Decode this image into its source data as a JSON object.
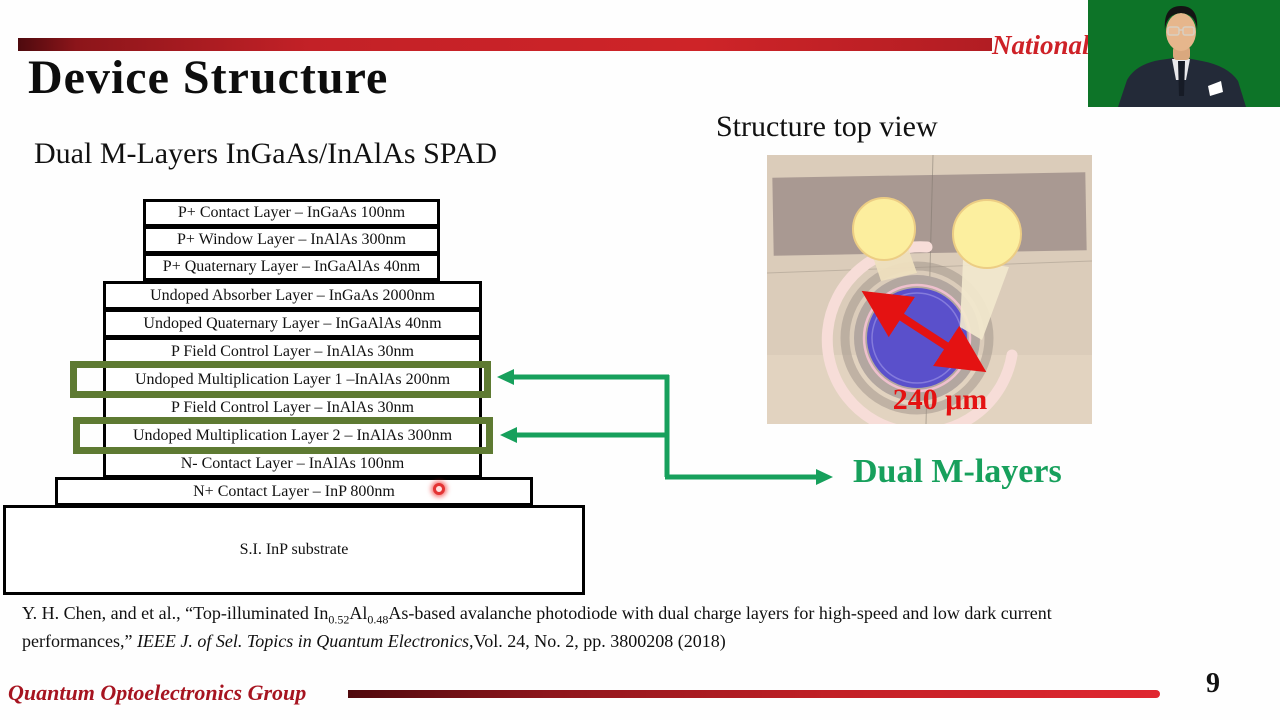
{
  "slide": {
    "header": {
      "affiliation": "National"
    },
    "title": "Device Structure",
    "subtitle": "Dual M-Layers InGaAs/InAlAs SPAD",
    "top_view": {
      "label": "Structure top view",
      "diameter_label": "240 μm"
    },
    "annotation": {
      "dual_m_label": "Dual M-layers"
    },
    "footer": {
      "group": "Quantum Optoelectronics Group",
      "page_number": "9"
    }
  },
  "layers": [
    {
      "label": "P+ Contact Layer – InGaAs 100nm",
      "highlighted": false
    },
    {
      "label": "P+ Window Layer – InAlAs 300nm",
      "highlighted": false
    },
    {
      "label": "P+ Quaternary Layer – InGaAlAs 40nm",
      "highlighted": false
    },
    {
      "label": "Undoped Absorber Layer – InGaAs 2000nm",
      "highlighted": false
    },
    {
      "label": "Undoped Quaternary Layer – InGaAlAs 40nm",
      "highlighted": false
    },
    {
      "label": "P Field Control Layer – InAlAs 30nm",
      "highlighted": false
    },
    {
      "label": "Undoped Multiplication Layer 1 –InAlAs 200nm",
      "highlighted": true
    },
    {
      "label": "P Field Control Layer – InAlAs 30nm",
      "highlighted": false
    },
    {
      "label": "Undoped Multiplication Layer 2 – InAlAs 300nm",
      "highlighted": true
    },
    {
      "label": "N- Contact Layer – InAlAs 100nm",
      "highlighted": false
    },
    {
      "label": "N+ Contact Layer – InP 800nm",
      "highlighted": false
    },
    {
      "label": "S.I. InP substrate",
      "highlighted": false
    }
  ],
  "citation": {
    "part1": "Y. H. Chen, and et al., “Top-illuminated In",
    "sub1": "0.52",
    "part2": "Al",
    "sub2": "0.48",
    "part3": "As-based avalanche photodiode with dual charge layers for high-speed and low dark current performances,” ",
    "journal": "IEEE J. of Sel. Topics in Quantum Electronics,",
    "part4": "Vol. 24, No. 2, pp. 3800208 (2018)"
  },
  "colors": {
    "accent_red": "#c42127",
    "footer_red": "#a61420",
    "arrow_green": "#17a05c",
    "highlight_olive": "#5e7a32",
    "laser_red": "#e33434",
    "mesa_blue": "#5a50cb",
    "pad_yellow": "#fcee9e",
    "webcam_green": "#0d7428",
    "dimension_red": "#e41212"
  }
}
